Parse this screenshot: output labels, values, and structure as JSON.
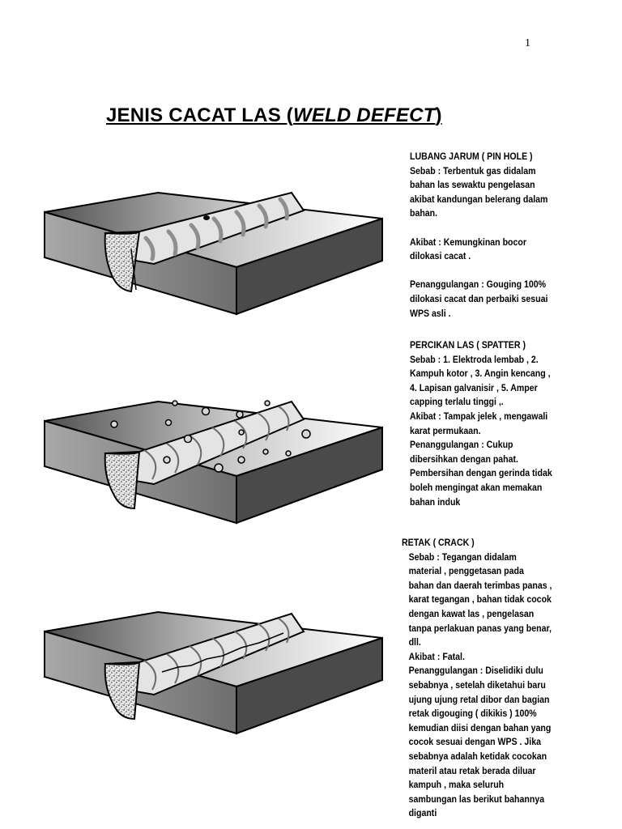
{
  "page_number": "1",
  "title": {
    "prefix": "JENIS CACAT LAS (",
    "italic": "WELD DEFECT",
    "suffix": ")"
  },
  "sections": [
    {
      "heading": "LUBANG JARUM ( PIN HOLE )",
      "lines": [
        "Sebab :  Terbentuk gas didalam",
        "bahan las sewaktu pengelasan",
        "akibat kandungan belerang dalam",
        "bahan.",
        "",
        "Akibat : Kemungkinan bocor",
        "dilokasi cacat .",
        "",
        "Penanggulangan : Gouging 100%",
        "dilokasi cacat dan perbaiki sesuai",
        "WPS   asli ."
      ]
    },
    {
      "heading": "PERCIKAN   LAS    ( SPATTER )",
      "lines": [
        "Sebab :  1. Elektroda lembab , 2.",
        "Kampuh kotor , 3. Angin kencang ,",
        "4. Lapisan galvanisir , 5. Amper",
        "capping terlalu tinggi ,.",
        "Akibat : Tampak jelek , mengawali",
        "karat permukaan.",
        "Penanggulangan :  Cukup",
        "dibersihkan dengan pahat.",
        "Pembersihan dengan gerinda tidak",
        "boleh mengingat akan memakan",
        "bahan induk"
      ]
    },
    {
      "heading": "RETAK ( CRACK )",
      "lines": [
        "  Sebab : Tegangan  didalam",
        "material ,   penggetasan pada",
        "bahan dan daerah terimbas panas ,",
        "karat tegangan , bahan tidak cocok",
        "dengan kawat las , pengelasan",
        "tanpa perlakuan panas yang benar,",
        "dll.",
        "Akibat : Fatal.",
        "Penanggulangan : Diselidiki dulu",
        "sebabnya ,  setelah diketahui baru",
        "ujung ujung retal dibor dan bagian",
        "retak digouging ( dikikis ) 100%",
        "kemudian diisi dengan bahan yang",
        "cocok sesuai dengan WPS . Jika",
        "sebabnya adalah ketidak cocokan",
        "materil atau retak berada diluar",
        "kampuh , maka seluruh",
        "sambungan las berikut bahannya",
        "diganti"
      ]
    }
  ],
  "illustrations": [
    {
      "name": "pin-hole",
      "defect": "pinhole",
      "icon": "weld-pinhole-diagram"
    },
    {
      "name": "spatter",
      "defect": "spatter",
      "icon": "weld-spatter-diagram"
    },
    {
      "name": "crack",
      "defect": "crack",
      "icon": "weld-crack-diagram"
    }
  ],
  "colors": {
    "text": "#000000",
    "plate_top_dark": "#505050",
    "plate_top_light": "#ffffff",
    "plate_front": "#8a8a8a",
    "plate_side": "#4a4a4a",
    "bead": "#e4e4e4",
    "bead_ripple": "#8e8e8e"
  }
}
